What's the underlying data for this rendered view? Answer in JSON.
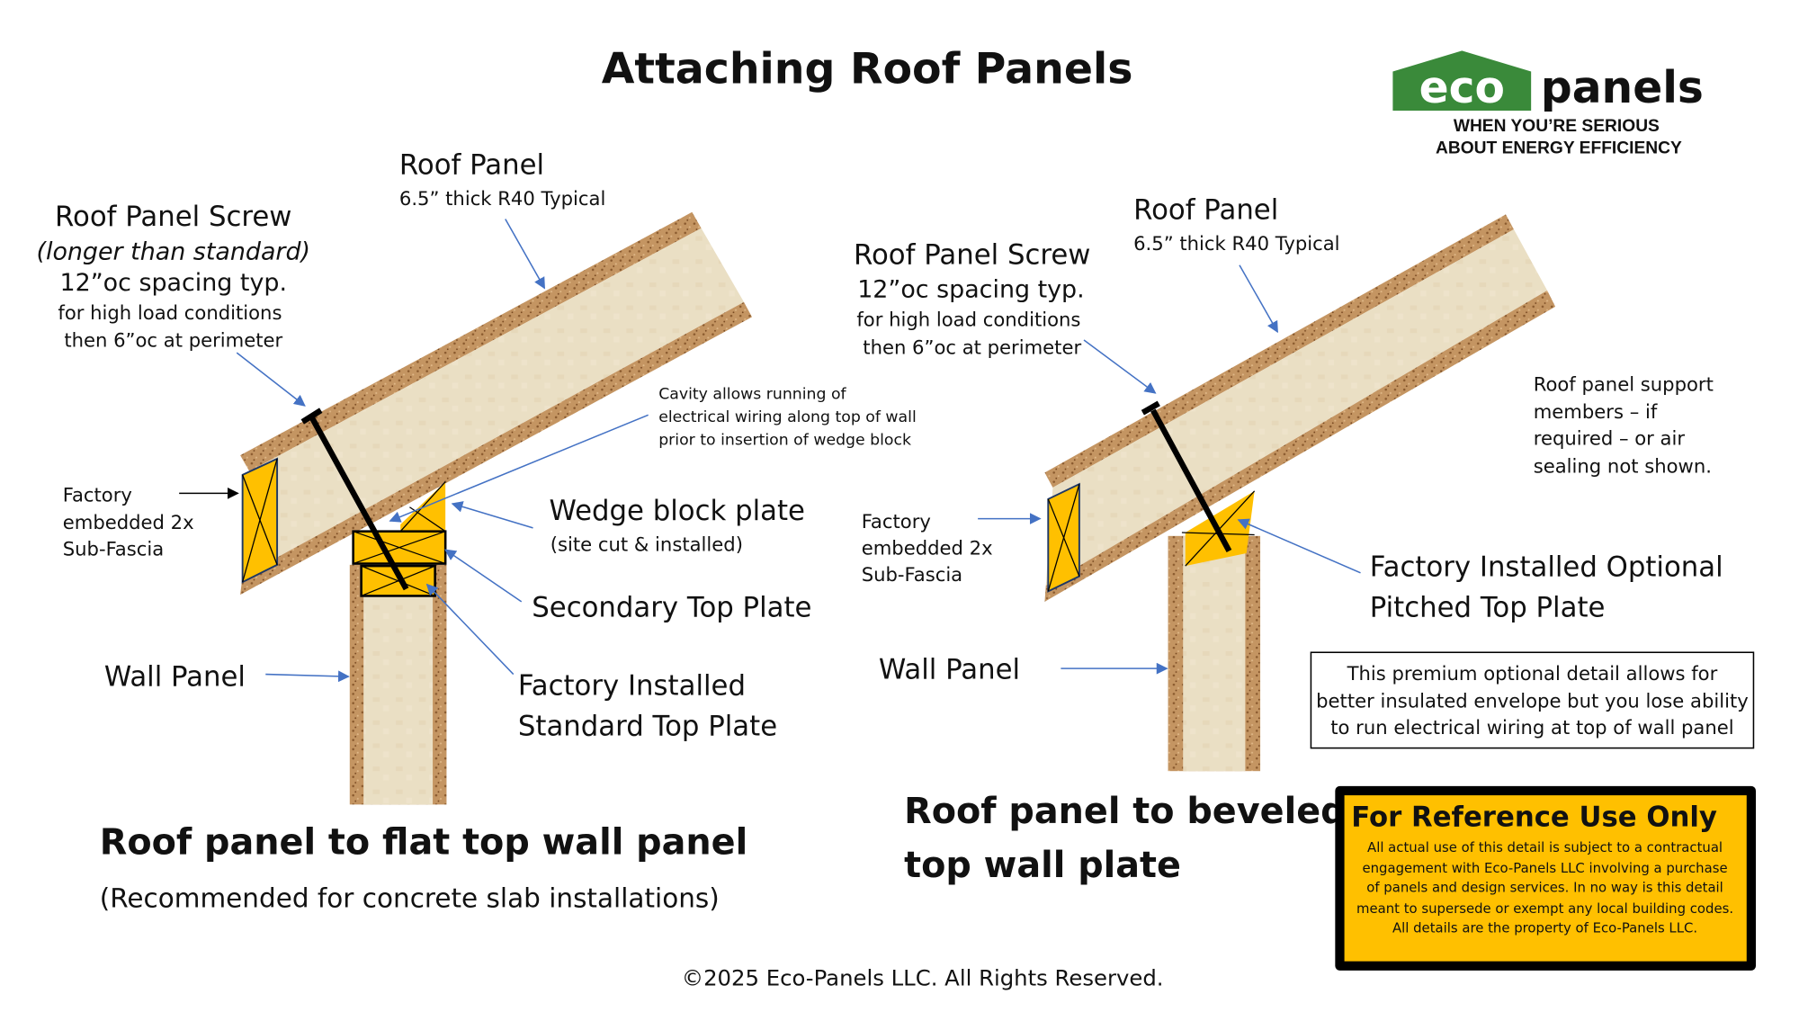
{
  "title": "Attaching Roof Panels",
  "logo": {
    "word_left": "eco",
    "word_right": "panels",
    "tagline_1": "WHEN YOU’RE SERIOUS",
    "tagline_2": "ABOUT ENERGY EFFICIENCY",
    "brand_green": "#2e7d32"
  },
  "left_detail": {
    "roof_panel": {
      "title": "Roof Panel",
      "subtitle": "6.5” thick R40 Typical"
    },
    "screw": {
      "title": "Roof Panel Screw",
      "note_italic": "(longer than standard)",
      "spacing": "12”oc spacing typ.",
      "line_3": "for high load conditions",
      "line_4": "then 6”oc at perimeter"
    },
    "cavity_note": {
      "line_1": "Cavity allows running of",
      "line_2": "electrical wiring along top of wall",
      "line_3": "prior to insertion of wedge block"
    },
    "sub_fascia": {
      "line_1": "Factory",
      "line_2": "embedded 2x",
      "line_3": "Sub-Fascia"
    },
    "wedge_block": {
      "title": "Wedge block plate",
      "subtitle": "(site cut & installed)"
    },
    "secondary_plate": "Secondary Top Plate",
    "standard_plate": {
      "line_1": "Factory Installed",
      "line_2": "Standard Top Plate"
    },
    "wall_panel": "Wall Panel",
    "caption": "Roof panel to flat top wall panel",
    "caption_sub": "(Recommended for concrete slab installations)"
  },
  "right_detail": {
    "roof_panel": {
      "title": "Roof Panel",
      "subtitle": "6.5” thick R40 Typical"
    },
    "screw": {
      "title": "Roof Panel Screw",
      "spacing": "12”oc spacing typ.",
      "line_3": "for high load conditions",
      "line_4": "then 6”oc at perimeter"
    },
    "support_note": {
      "line_1": "Roof panel support",
      "line_2": "members – if",
      "line_3": "required – or air",
      "line_4": "sealing not shown."
    },
    "sub_fascia": {
      "line_1": "Factory",
      "line_2": "embedded 2x",
      "line_3": "Sub-Fascia"
    },
    "pitched_plate": {
      "line_1": "Factory Installed Optional",
      "line_2": "Pitched Top Plate"
    },
    "wall_panel": "Wall Panel",
    "premium_note": {
      "line_1": "This premium optional detail allows for",
      "line_2": "better insulated envelope but you lose ability",
      "line_3": "to run electrical wiring at top of wall panel"
    },
    "caption_1": "Roof panel to beveled",
    "caption_2": "top wall plate"
  },
  "disclaimer": {
    "title": "For Reference Use Only",
    "line_1": "All actual use of this detail is subject to a contractual",
    "line_2": "engagement with Eco-Panels LLC involving a purchase",
    "line_3": "of panels and design services.  In no way is this detail",
    "line_4": "meant to supersede or exempt any local building codes.",
    "line_5": "All details are the property of Eco-Panels LLC.",
    "bg_color": "#ffc000"
  },
  "copyright": "©2025 Eco-Panels LLC. All Rights Reserved.",
  "colors": {
    "osb": "#b98650",
    "foam": "#e8dcc0",
    "lumber": "#ffc000",
    "leader": "#4472c4"
  }
}
